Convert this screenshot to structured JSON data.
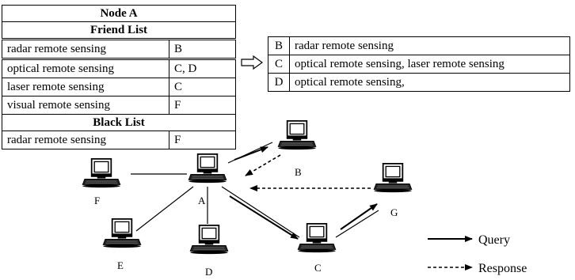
{
  "node_table": {
    "title": "Node A",
    "friend_header": "Friend List",
    "friends": [
      {
        "service": "radar remote sensing",
        "nodes": "B"
      },
      {
        "service": "optical remote sensing",
        "nodes": "C, D"
      },
      {
        "service": "laser remote sensing",
        "nodes": "C"
      },
      {
        "service": "visual remote sensing",
        "nodes": "F"
      }
    ],
    "black_header": "Black List",
    "black": [
      {
        "service": "radar remote sensing",
        "nodes": "F"
      }
    ]
  },
  "services_table": [
    {
      "node": "B",
      "services": "radar remote sensing"
    },
    {
      "node": "C",
      "services": "optical remote sensing, laser remote sensing"
    },
    {
      "node": "D",
      "services": "optical remote sensing,"
    }
  ],
  "nodes": {
    "A": "A",
    "B": "B",
    "C": "C",
    "D": "D",
    "E": "E",
    "F": "F",
    "G": "G"
  },
  "legend": {
    "query": "Query",
    "response": "Response"
  }
}
